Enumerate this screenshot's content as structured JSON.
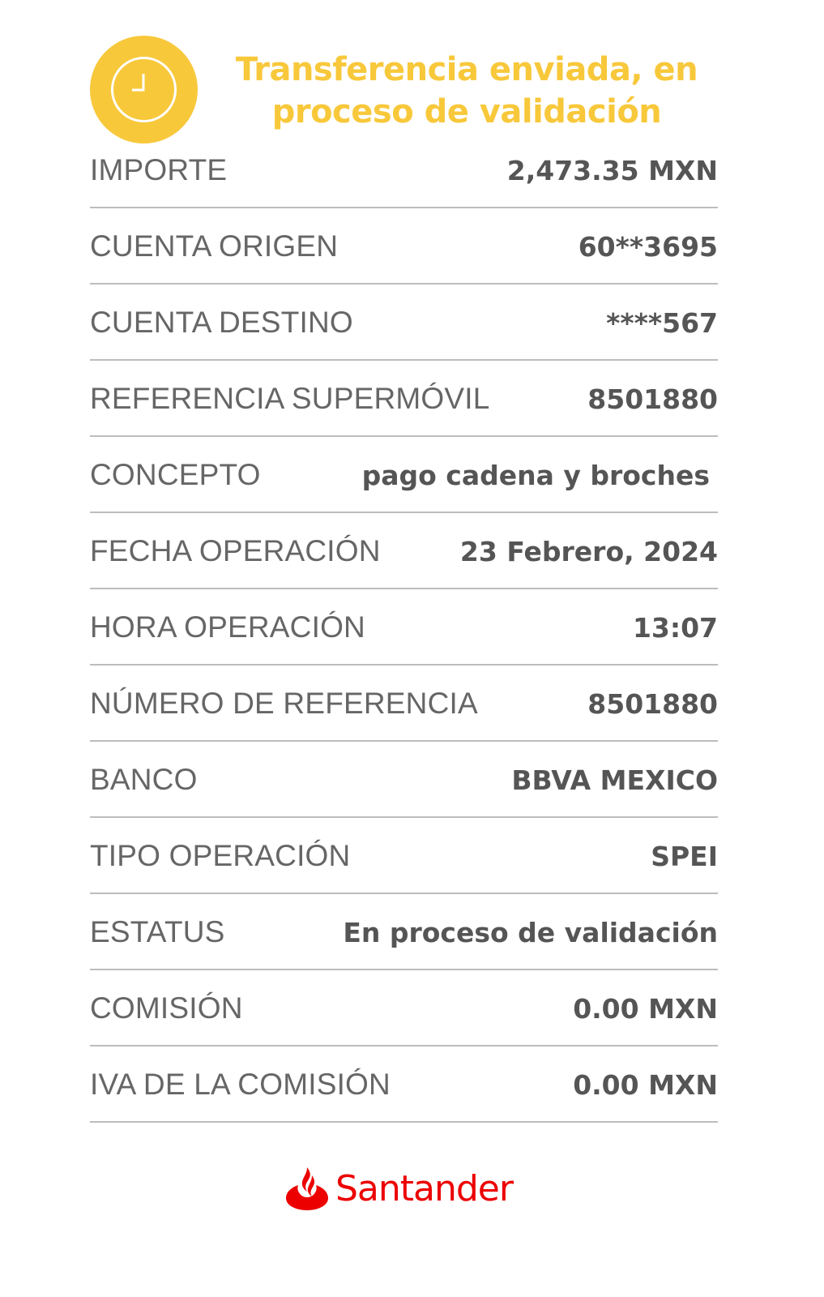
{
  "header": {
    "status_icon": "clock-icon",
    "title_line1": "Transferencia enviada, en",
    "title_line2": "proceso de validación",
    "accent_color": "#F8C83B"
  },
  "details": [
    {
      "label": "IMPORTE",
      "value": "2,473.35 MXN"
    },
    {
      "label": "CUENTA ORIGEN",
      "value": "60**3695"
    },
    {
      "label": "CUENTA DESTINO",
      "value": "****567"
    },
    {
      "label": "REFERENCIA SUPERMÓVIL",
      "value": "8501880"
    },
    {
      "label": "CONCEPTO",
      "value": "pago cadena y broches"
    },
    {
      "label": "FECHA OPERACIÓN",
      "value": "23 Febrero, 2024"
    },
    {
      "label": "HORA OPERACIÓN",
      "value": "13:07"
    },
    {
      "label": "NÚMERO DE REFERENCIA",
      "value": "8501880"
    },
    {
      "label": "BANCO",
      "value": "BBVA MEXICO"
    },
    {
      "label": "TIPO OPERACIÓN",
      "value": "SPEI"
    },
    {
      "label": "ESTATUS",
      "value": "En proceso de validación"
    },
    {
      "label": "COMISIÓN",
      "value": "0.00 MXN"
    },
    {
      "label": "IVA DE LA COMISIÓN",
      "value": "0.00 MXN"
    }
  ],
  "footer": {
    "brand": "Santander",
    "brand_color": "#EC0000"
  }
}
